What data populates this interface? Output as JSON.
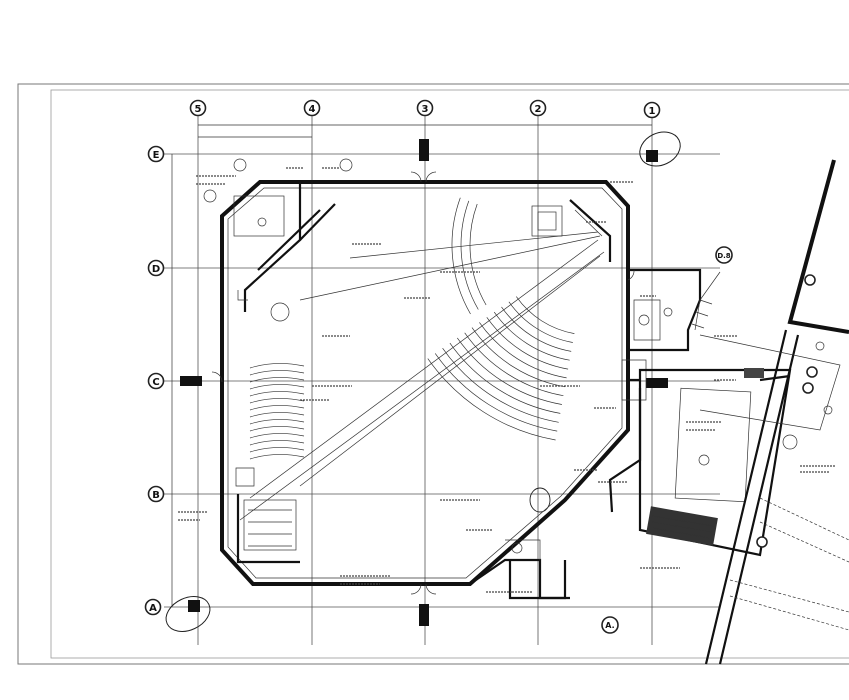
{
  "sheet": {
    "background": "#ffffff",
    "linework": "#111111"
  },
  "grid": {
    "columns": [
      "5",
      "4",
      "3",
      "2",
      "1"
    ],
    "rows": [
      "E",
      "D",
      "C",
      "B",
      "A"
    ],
    "aux_bubbles": [
      "D.8",
      "A."
    ]
  }
}
